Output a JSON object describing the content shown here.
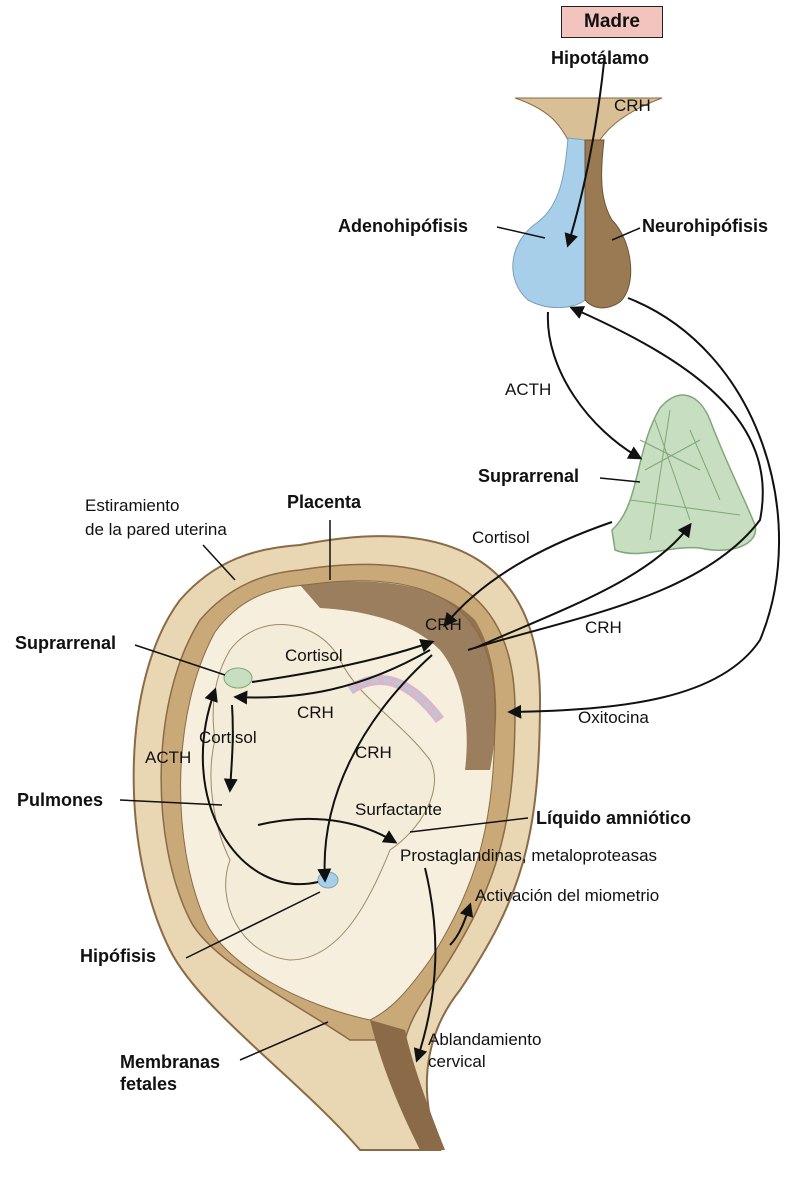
{
  "colors": {
    "skin": "#e8d7b2",
    "muscle": "#c9a977",
    "placenta": "#8a6a47",
    "fetus": "#f3ecd8",
    "adenohypophysis": "#a8cfea",
    "neurohypophysis": "#9a7a52",
    "adrenal": "#c7dfc0",
    "madre_box": "#f2c4bd"
  },
  "labels": {
    "madre": "Madre",
    "hipotalamo": "Hipotálamo",
    "crh_top": "CRH",
    "adenohipofisis": "Adenohipófisis",
    "neurohipofisis": "Neurohipófisis",
    "acth_mother": "ACTH",
    "suprarrenal_mother": "Suprarrenal",
    "estiramiento_1": "Estiramiento",
    "estiramiento_2": "de la pared uterina",
    "placenta": "Placenta",
    "cortisol_mother": "Cortisol",
    "crh_placenta": "CRH",
    "crh_right": "CRH",
    "suprarrenal_fetal": "Suprarrenal",
    "cortisol_fetal_1": "Cortisol",
    "crh_fetal_1": "CRH",
    "cortisol_fetal_2": "Cortisol",
    "acth_fetal": "ACTH",
    "crh_fetal_2": "CRH",
    "oxitocina": "Oxitocina",
    "pulmones": "Pulmones",
    "surfactante": "Surfactante",
    "liquido_amniotico": "Líquido amniótico",
    "prostaglandinas": "Prostaglandinas, metaloproteasas",
    "activacion": "Activación del miometrio",
    "hipofisis": "Hipófisis",
    "ablandamiento_1": "Ablandamiento",
    "ablandamiento_2": "cervical",
    "membranas_1": "Membranas",
    "membranas_2": "fetales"
  }
}
